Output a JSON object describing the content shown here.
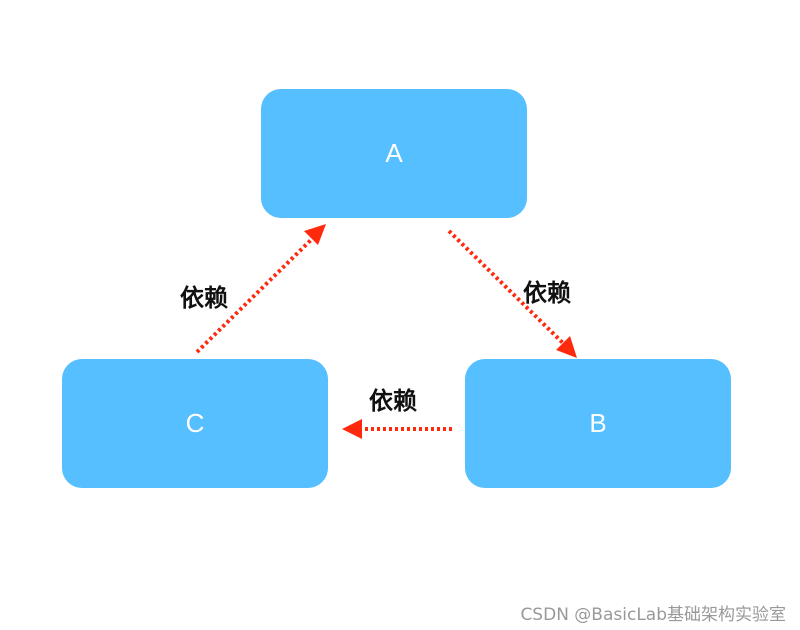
{
  "colors": {
    "node_fill": "#55bfff",
    "edge": "#ff2a0e",
    "label": "#111111",
    "watermark": "#999999"
  },
  "nodes": {
    "a": {
      "label": "A"
    },
    "b": {
      "label": "B"
    },
    "c": {
      "label": "C"
    }
  },
  "edges": [
    {
      "from": "C",
      "to": "A",
      "label": "依赖",
      "style": "dotted-arrow"
    },
    {
      "from": "A",
      "to": "B",
      "label": "依赖",
      "style": "dotted-arrow"
    },
    {
      "from": "B",
      "to": "C",
      "label": "依赖",
      "style": "dotted-arrow"
    }
  ],
  "watermark": "CSDN @BasicLab基础架构实验室"
}
